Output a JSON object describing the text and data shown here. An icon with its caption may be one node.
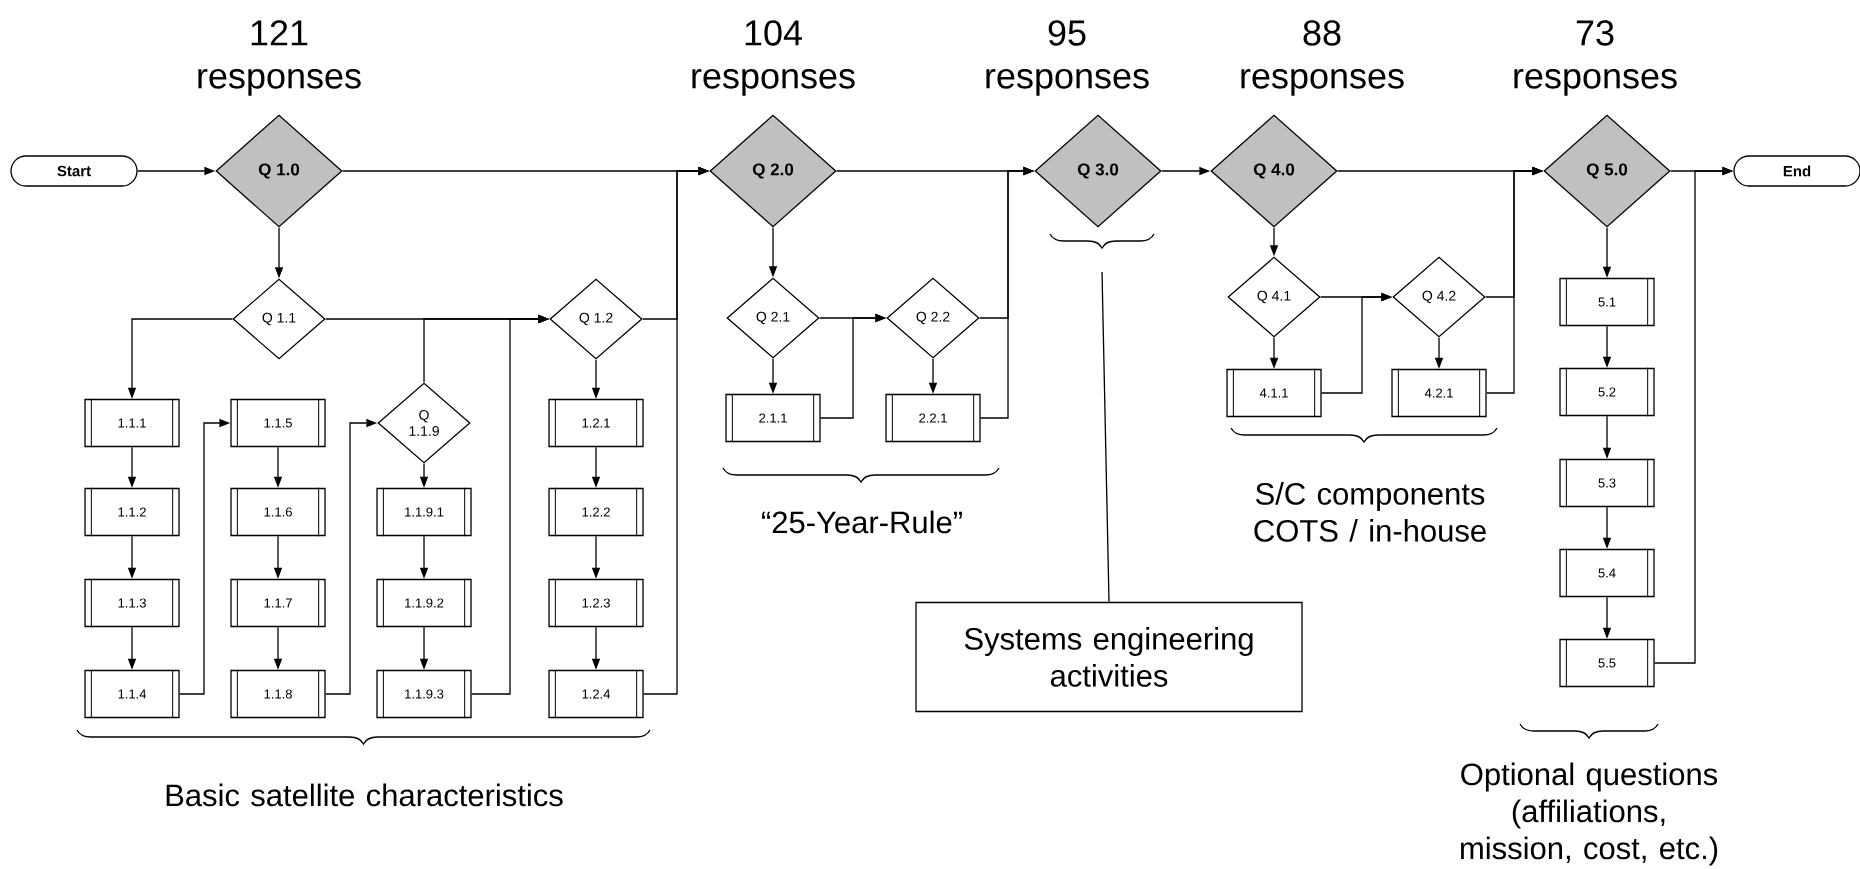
{
  "diagram": {
    "nodes": [
      {
        "text": [
          "Start"
        ]
      },
      {
        "text": [
          "Q 1.0"
        ]
      },
      {
        "text": [
          "Q 2.0"
        ]
      },
      {
        "text": [
          "Q 3.0"
        ]
      },
      {
        "text": [
          "Q 4.0"
        ]
      },
      {
        "text": [
          "Q 5.0"
        ]
      },
      {
        "text": [
          "End"
        ]
      },
      {
        "text": [
          "Q 1.1"
        ]
      },
      {
        "text": [
          "Q 1.2"
        ]
      },
      {
        "text": [
          "1.1.1"
        ]
      },
      {
        "text": [
          "1.1.2"
        ]
      },
      {
        "text": [
          "1.1.3"
        ]
      },
      {
        "text": [
          "1.1.4"
        ]
      },
      {
        "text": [
          "1.1.5"
        ]
      },
      {
        "text": [
          "1.1.6"
        ]
      },
      {
        "text": [
          "1.1.7"
        ]
      },
      {
        "text": [
          "1.1.8"
        ]
      },
      {
        "text": [
          "Q 1.1.9"
        ]
      },
      {
        "text": [
          "1.1.9.1"
        ]
      },
      {
        "text": [
          "1.1.9.2"
        ]
      },
      {
        "text": [
          "1.1.9.3"
        ]
      },
      {
        "text": [
          "1.2.1"
        ]
      },
      {
        "text": [
          "1.2.2"
        ]
      },
      {
        "text": [
          "1.2.3"
        ]
      },
      {
        "text": [
          "1.2.4"
        ]
      },
      {
        "text": [
          "Q 2.1"
        ]
      },
      {
        "text": [
          "Q 2.2"
        ]
      },
      {
        "text": [
          "2.1.1"
        ]
      },
      {
        "text": [
          "2.2.1"
        ]
      },
      {
        "text": [
          "Q 4.1"
        ]
      },
      {
        "text": [
          "Q 4.2"
        ]
      },
      {
        "text": [
          "4.1.1"
        ]
      },
      {
        "text": [
          "4.2.1"
        ]
      },
      {
        "text": [
          "5.1"
        ]
      },
      {
        "text": [
          "5.2"
        ]
      },
      {
        "text": [
          "5.3"
        ]
      },
      {
        "text": [
          "5.4"
        ]
      },
      {
        "text": [
          "5.5"
        ]
      },
      {
        "text": [
          "Systems engineering activities"
        ]
      }
    ],
    "edges": [
      {
        "from": 0,
        "to": 1,
        "arrow": "to"
      },
      {
        "from": 1,
        "to": 2,
        "arrow": "to"
      },
      {
        "from": 1,
        "to": 7,
        "arrow": "to"
      },
      {
        "from": 7,
        "to": 9,
        "arrow": "to"
      },
      {
        "from": 7,
        "to": 8,
        "arrow": "to"
      },
      {
        "from": 17,
        "to": 8,
        "arrow": "to"
      },
      {
        "from": 9,
        "to": 10,
        "arrow": "to"
      },
      {
        "from": 10,
        "to": 11,
        "arrow": "to"
      },
      {
        "from": 11,
        "to": 12,
        "arrow": "to"
      },
      {
        "from": 12,
        "to": 13,
        "arrow": "to"
      },
      {
        "from": 13,
        "to": 14,
        "arrow": "to"
      },
      {
        "from": 14,
        "to": 15,
        "arrow": "to"
      },
      {
        "from": 15,
        "to": 16,
        "arrow": "to"
      },
      {
        "from": 16,
        "to": 17,
        "arrow": "to"
      },
      {
        "from": 17,
        "to": 18,
        "arrow": "to"
      },
      {
        "from": 18,
        "to": 19,
        "arrow": "to"
      },
      {
        "from": 19,
        "to": 20,
        "arrow": "to"
      },
      {
        "from": 20,
        "to": 8,
        "arrow": "to"
      },
      {
        "from": 8,
        "to": 21,
        "arrow": "to"
      },
      {
        "from": 21,
        "to": 22,
        "arrow": "to"
      },
      {
        "from": 22,
        "to": 23,
        "arrow": "to"
      },
      {
        "from": 23,
        "to": 24,
        "arrow": "to"
      },
      {
        "from": 8,
        "to": 2,
        "arrow": "to"
      },
      {
        "from": 24,
        "to": 2,
        "arrow": "to"
      },
      {
        "from": 2,
        "to": 3,
        "arrow": "to"
      },
      {
        "from": 2,
        "to": 25,
        "arrow": "to"
      },
      {
        "from": 25,
        "to": 26,
        "arrow": "to"
      },
      {
        "from": 25,
        "to": 27,
        "arrow": "to"
      },
      {
        "from": 27,
        "to": 26,
        "arrow": "to"
      },
      {
        "from": 26,
        "to": 28,
        "arrow": "to"
      },
      {
        "from": 26,
        "to": 3,
        "arrow": "to"
      },
      {
        "from": 28,
        "to": 3,
        "arrow": "to"
      },
      {
        "from": 3,
        "to": 4,
        "arrow": "to"
      },
      {
        "from": 4,
        "to": 5,
        "arrow": "to"
      },
      {
        "from": 4,
        "to": 29,
        "arrow": "to"
      },
      {
        "from": 29,
        "to": 30,
        "arrow": "to"
      },
      {
        "from": 29,
        "to": 31,
        "arrow": "to"
      },
      {
        "from": 31,
        "to": 30,
        "arrow": "to"
      },
      {
        "from": 30,
        "to": 32,
        "arrow": "to"
      },
      {
        "from": 30,
        "to": 5,
        "arrow": "to"
      },
      {
        "from": 32,
        "to": 5,
        "arrow": "to"
      },
      {
        "from": 5,
        "to": 6,
        "arrow": "to"
      },
      {
        "from": 5,
        "to": 33,
        "arrow": "to"
      },
      {
        "from": 33,
        "to": 34,
        "arrow": "to"
      },
      {
        "from": 34,
        "to": 35,
        "arrow": "to"
      },
      {
        "from": 35,
        "to": 36,
        "arrow": "to"
      },
      {
        "from": 36,
        "to": 37,
        "arrow": "to"
      },
      {
        "from": 37,
        "to": 6,
        "arrow": "to"
      },
      {
        "from": 38,
        "to": null,
        "arrow": "none"
      }
    ],
    "labels": [
      "121 responses",
      "104 responses",
      "95 responses",
      "88 responses",
      "73 responses",
      "Basic satellite characteristics",
      "“25-Year-Rule”",
      "S/C components COTS / in-house",
      "Optional questions (affiliations, mission, cost, etc.)"
    ]
  }
}
